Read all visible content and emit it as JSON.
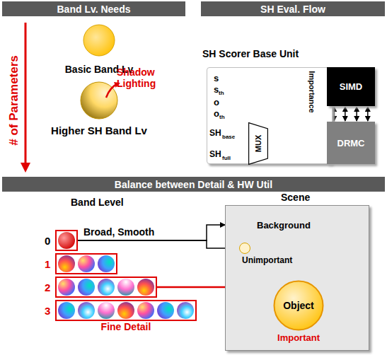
{
  "diagram": {
    "nodes": [
      {
        "text": [
          "Band Lv. Needs"
        ]
      },
      {
        "text": [
          "SH Eval. Flow"
        ]
      },
      {
        "text": [
          "SH Scorer Base Unit"
        ]
      },
      {
        "text": [
          "MUX"
        ],
        "in": 2
      },
      {
        "text": [
          "SIMD"
        ]
      },
      {
        "text": [
          "DRMC"
        ]
      },
      {
        "text": [
          "Balance between Detail & HW Util"
        ]
      },
      {
        "text": [
          "0"
        ]
      },
      {
        "text": [
          "1"
        ]
      },
      {
        "text": [
          "2"
        ]
      },
      {
        "text": [
          "3",
          "Fine Detail"
        ]
      },
      {
        "text": [
          "Scene",
          "Background"
        ]
      },
      {
        "text": [
          "Unimportant"
        ],
        "in": 11
      },
      {
        "text": [
          "Object",
          "Important"
        ],
        "in": 11
      }
    ],
    "edges": [
      {
        "from": 3,
        "to": 5,
        "arrow": "to"
      },
      {
        "from": 4,
        "to": 5,
        "arrow": "both"
      },
      {
        "from": 4,
        "to": 5,
        "arrow": "both"
      },
      {
        "from": 4,
        "to": 5,
        "arrow": "both"
      },
      {
        "from": 4,
        "to": 5,
        "arrow": "both"
      },
      {
        "from": 7,
        "to": 11,
        "label": "Broad, Smooth",
        "arrow": "to"
      },
      {
        "from": 7,
        "to": 12,
        "arrow": "to"
      },
      {
        "from": 9,
        "to": 13,
        "arrow": "to"
      }
    ],
    "labels": [
      "# of Parameters",
      "Basic Band Lv",
      "Shadow Lighting",
      "Higher SH Band Lv",
      "s",
      "s",
      "th",
      "o",
      "o",
      "th",
      "SH",
      "base",
      "SH",
      "full",
      "Importance",
      "Band Level"
    ]
  }
}
